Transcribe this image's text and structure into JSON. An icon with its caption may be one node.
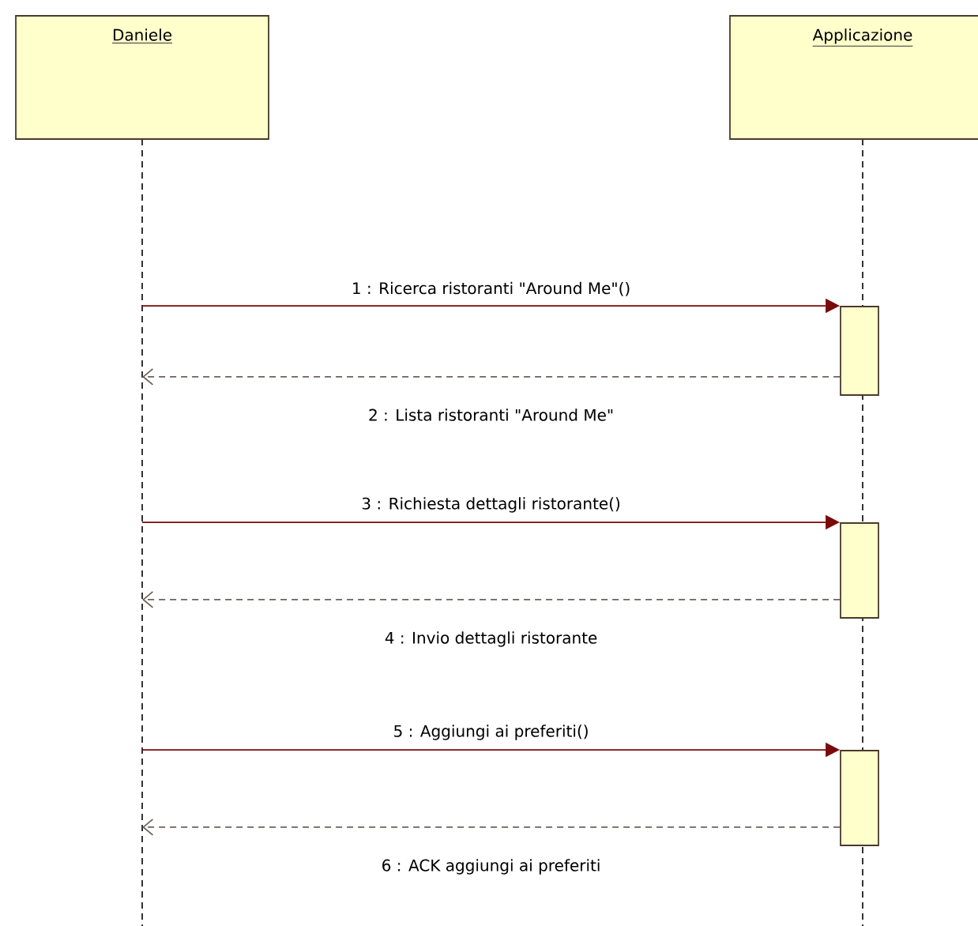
{
  "diagram": {
    "nodes": [
      {
        "text": [
          "Daniele"
        ]
      },
      {
        "text": [
          "Applicazione"
        ]
      },
      {
        "text": [],
        "shape": "bar"
      },
      {
        "text": [],
        "shape": "bar"
      },
      {
        "text": [],
        "shape": "bar"
      }
    ],
    "edges": [
      {
        "from": 0,
        "to": 2,
        "arrow": "to",
        "label": "1 : Ricerca ristoranti \"Around Me\"()"
      },
      {
        "from": 2,
        "to": 0,
        "arrow": "to",
        "label": "2 : Lista ristoranti \"Around Me\"",
        "style": "dashed",
        "color": "#6e6259"
      },
      {
        "from": 0,
        "to": 3,
        "arrow": "to",
        "label": "3 : Richiesta dettagli ristorante()"
      },
      {
        "from": 3,
        "to": 0,
        "arrow": "to",
        "label": "4 : Invio dettagli ristorante",
        "style": "dashed",
        "color": "#6e6259"
      },
      {
        "from": 0,
        "to": 4,
        "arrow": "to",
        "label": "5 : Aggiungi ai preferiti()"
      },
      {
        "from": 4,
        "to": 0,
        "arrow": "to",
        "label": "6 : ACK aggiungi ai preferiti",
        "style": "dashed",
        "color": "#6e6259"
      }
    ]
  }
}
